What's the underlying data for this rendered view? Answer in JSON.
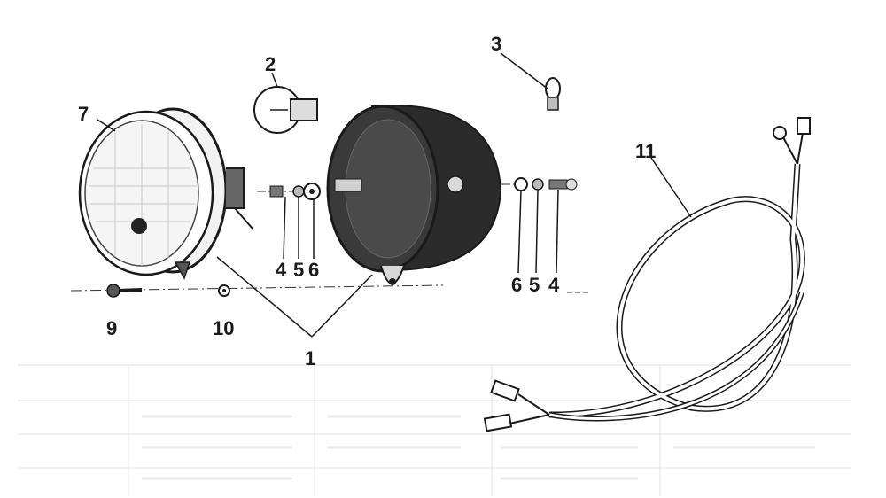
{
  "diagram": {
    "callouts": {
      "c1": "1",
      "c2": "2",
      "c3": "3",
      "c4a": "4",
      "c5a": "5",
      "c6a": "6",
      "c6b": "6",
      "c5b": "5",
      "c4b": "4",
      "c7": "7",
      "c9": "9",
      "c10": "10",
      "c11": "11"
    }
  },
  "colors": {
    "ink": "#1a1a1a",
    "housing_dark": "#2b2b2b",
    "faded_table": "#d9d9d9"
  }
}
